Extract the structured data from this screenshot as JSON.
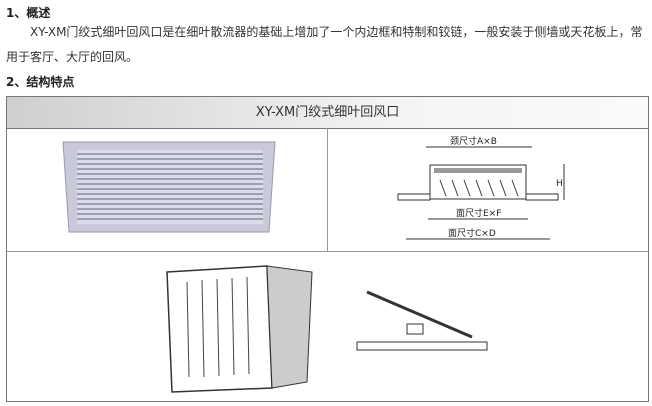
{
  "sections": [
    {
      "heading": "1、概述",
      "text": "XY-XM门绞式细叶回风口是在细叶散流器的基础上增加了一个内边框和特制和铰链，一般安装于侧墙或天花板上，常用于客厅、大厅的回风。"
    },
    {
      "heading": "2、结构特点"
    }
  ],
  "table": {
    "title": "XY-XM门绞式细叶回风口"
  },
  "diagram": {
    "neck": "颈尺寸A×B",
    "face_inner": "面尺寸E×F",
    "face_outer": "面尺寸C×D",
    "height": "H"
  }
}
